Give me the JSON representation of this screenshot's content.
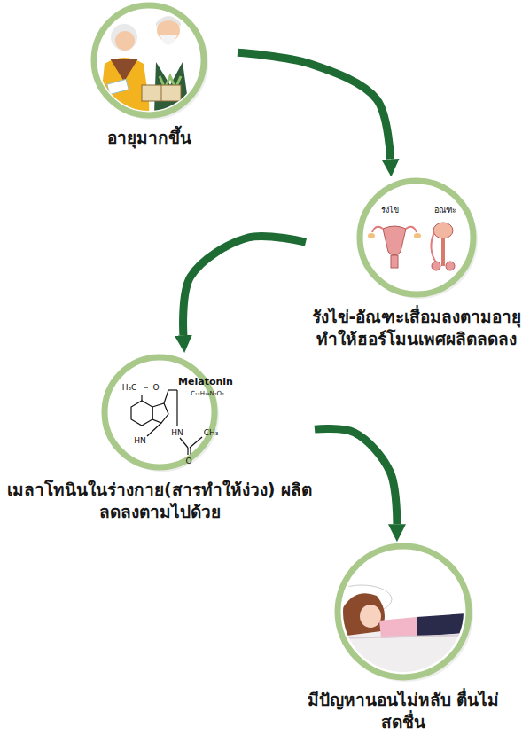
{
  "diagram": {
    "nodes": [
      {
        "text": [
          "อายุมากขึ้น"
        ]
      },
      {
        "text": [
          "รังไข่-อัณฑะเสื่อมลงตามอายุ ทำให้ฮอร์โมนเพศผลิตลดลง"
        ]
      },
      {
        "text": [
          "เมลาโทนินในร่างกาย(สารทำให้ง่วง) ผลิตลดลงตามไปด้วย"
        ]
      },
      {
        "text": [
          "มีปัญหานอนไม่หลับ ตื่นไม่สดชื่น"
        ]
      }
    ],
    "edges": [
      {
        "from": 0,
        "to": 1,
        "arrow": "to"
      },
      {
        "from": 1,
        "to": 2,
        "arrow": "to"
      },
      {
        "from": 2,
        "to": 3,
        "arrow": "to"
      }
    ],
    "labels": [
      "รังไข่",
      "อัณฑะ",
      "Melatonin",
      "C₁₃H₁₆N₂O₂",
      "H₃C",
      "O",
      "HN",
      "HN",
      "O",
      "CH₃"
    ]
  }
}
